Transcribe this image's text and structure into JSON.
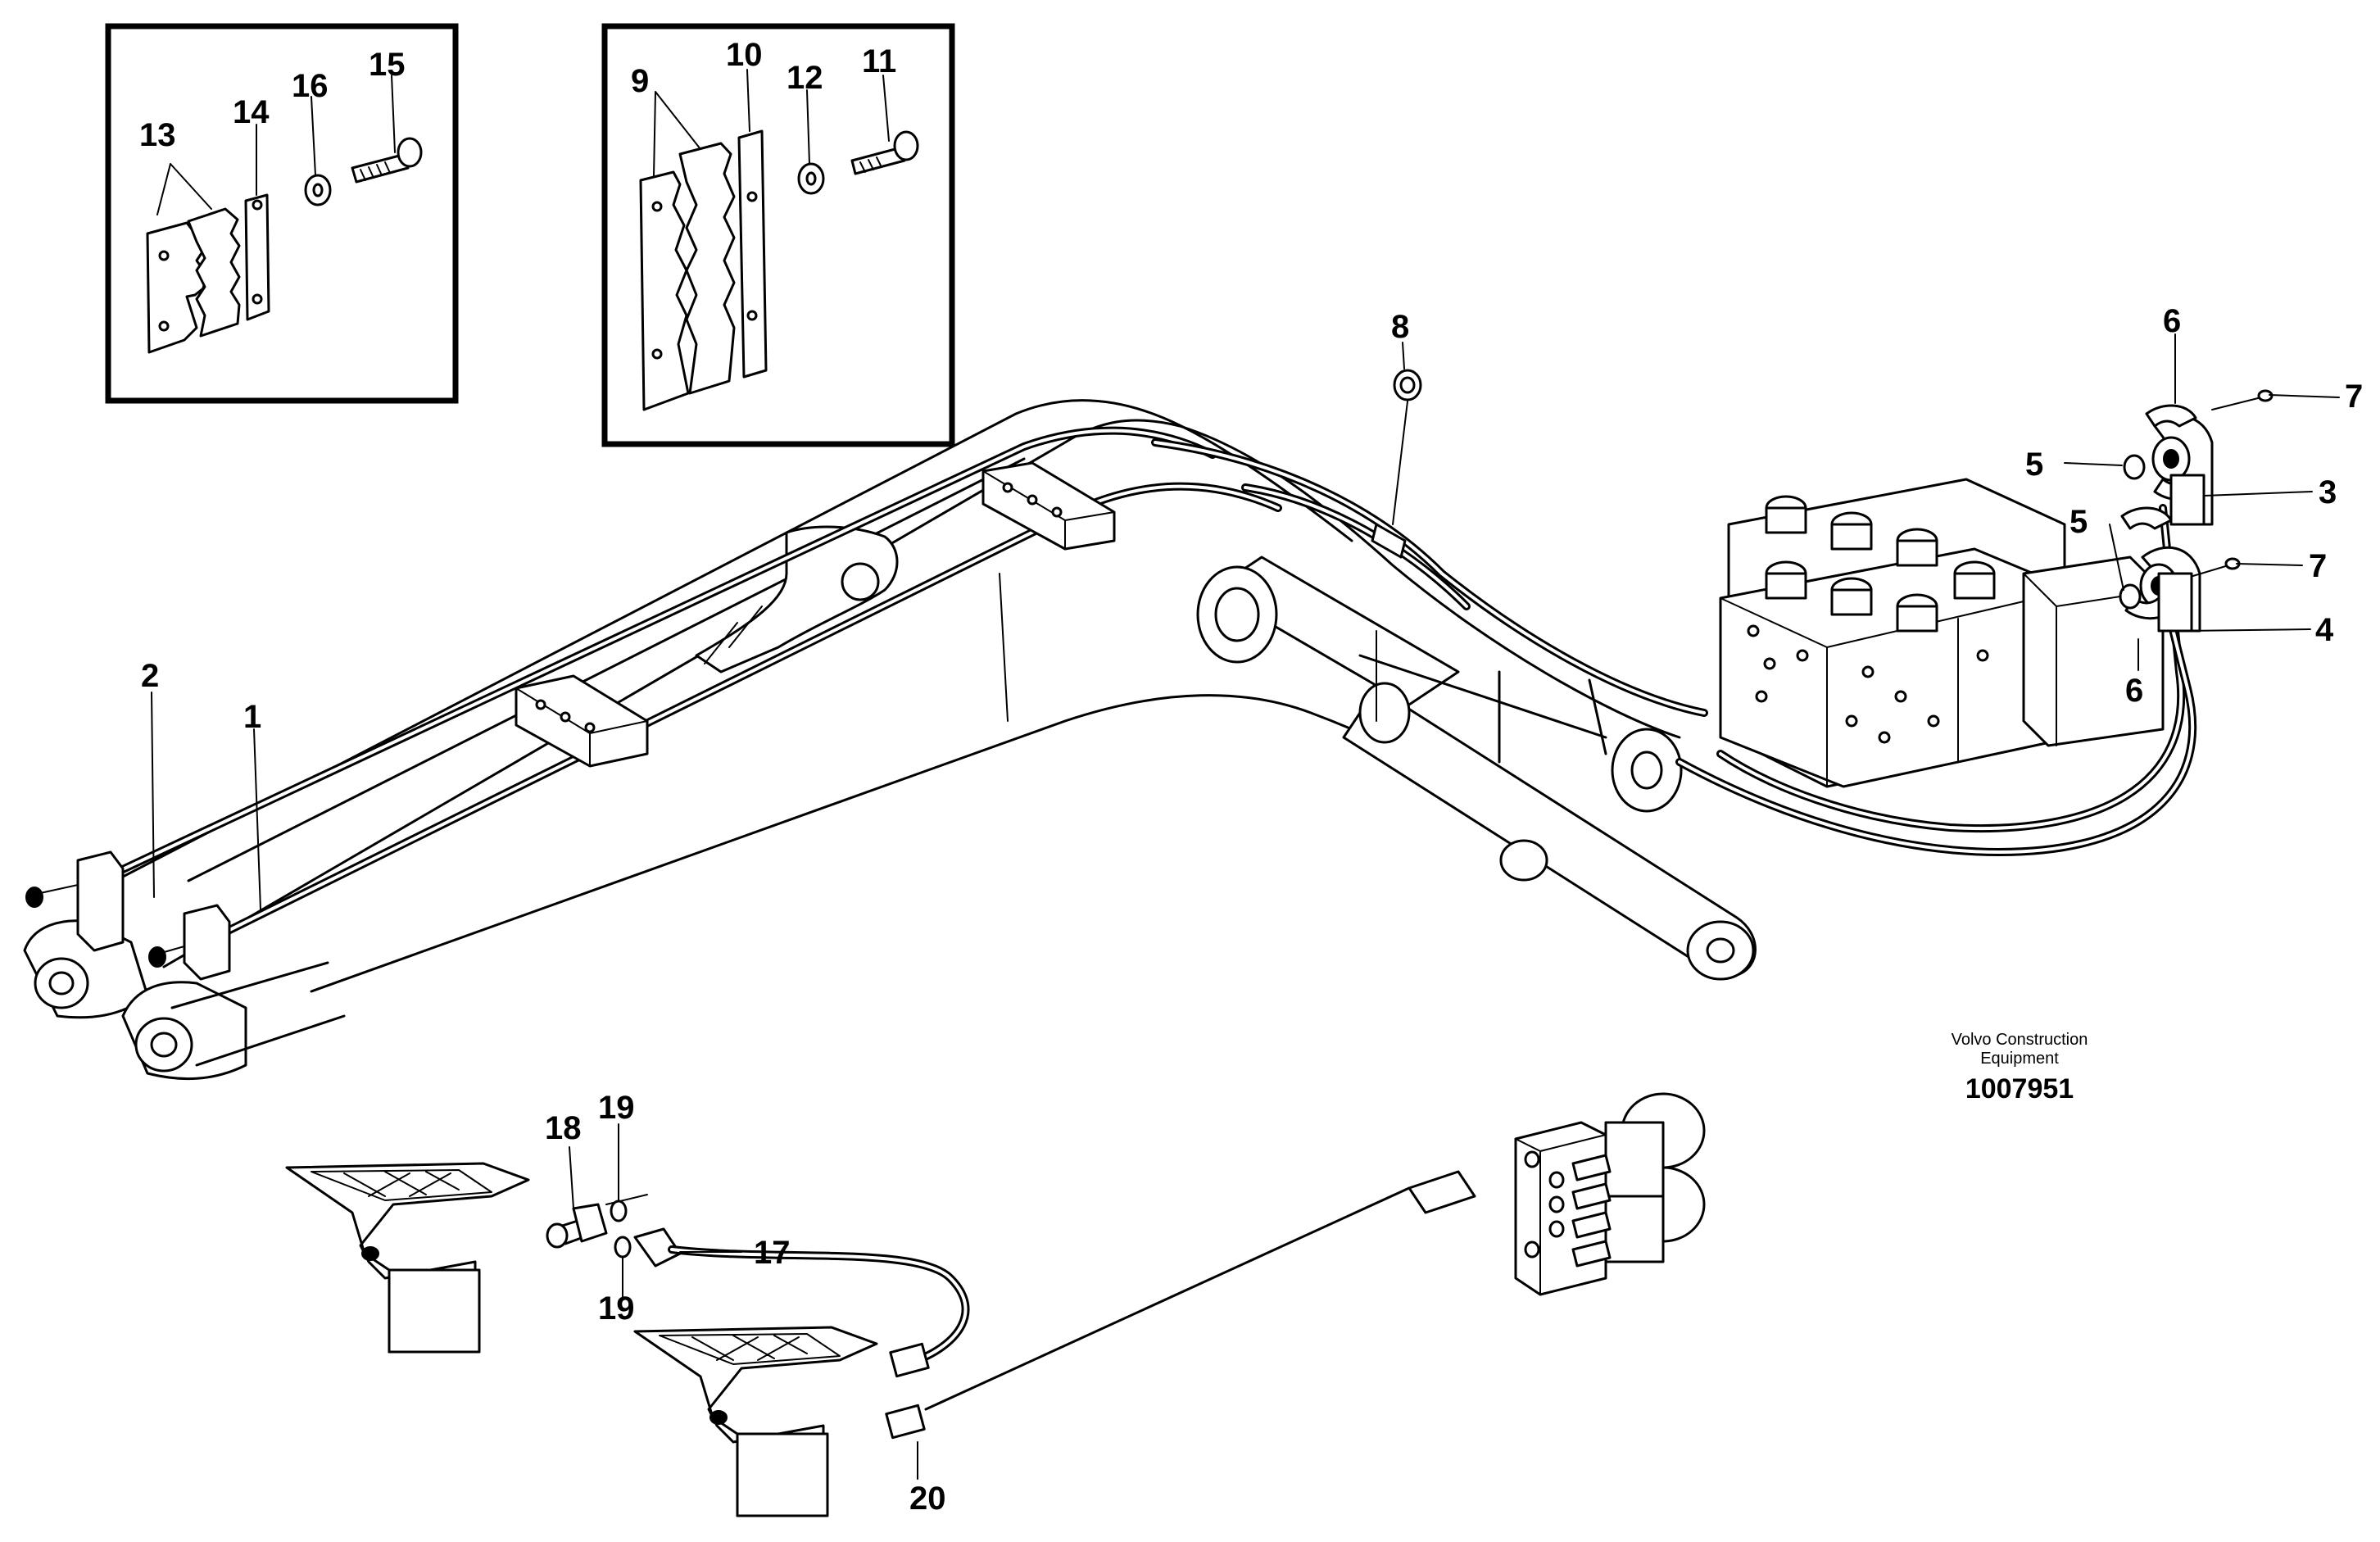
{
  "callouts": {
    "c1": "1",
    "c2": "2",
    "c3": "3",
    "c4": "4",
    "c5a": "5",
    "c5b": "5",
    "c6a": "6",
    "c6b": "6",
    "c7a": "7",
    "c7b": "7",
    "c8": "8",
    "c9": "9",
    "c10": "10",
    "c11": "11",
    "c12": "12",
    "c13": "13",
    "c14": "14",
    "c15": "15",
    "c16": "16",
    "c17": "17",
    "c18": "18",
    "c19a": "19",
    "c19b": "19",
    "c20": "20"
  },
  "credit": {
    "line1": "Volvo Construction",
    "line2": "Equipment"
  },
  "document_number": "1007951"
}
